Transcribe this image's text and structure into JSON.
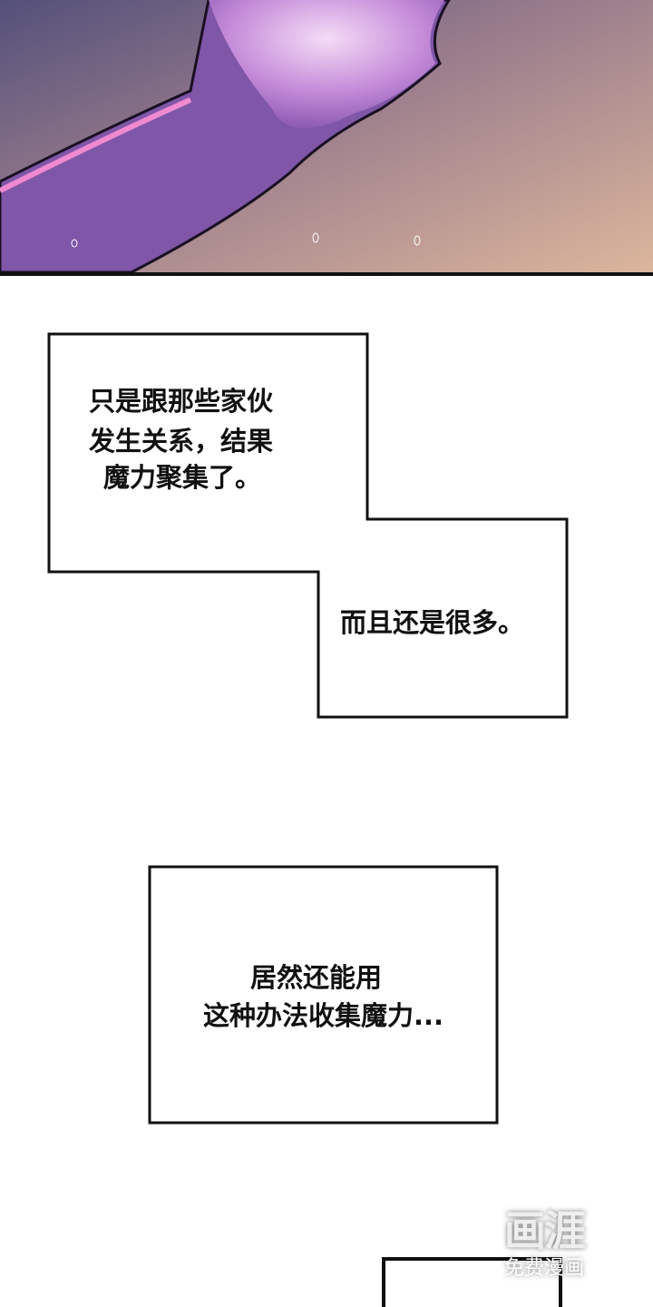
{
  "panels": {
    "caption_box_1": {
      "lines": [
        "只是跟那些家伙",
        "发生关系，结果",
        "魔力聚集了。"
      ]
    },
    "caption_box_1b": {
      "lines": [
        "而且还是很多。"
      ]
    },
    "caption_box_2": {
      "lines": [
        "居然还能用",
        "这种办法收集魔力..."
      ]
    }
  },
  "watermark": {
    "logo": "画涯",
    "subtitle": "免费漫画"
  },
  "colors": {
    "border": "#111111",
    "arm": "#8a5cb0",
    "background_warm": "#d4ad98",
    "background_cool": "#5b5577"
  }
}
